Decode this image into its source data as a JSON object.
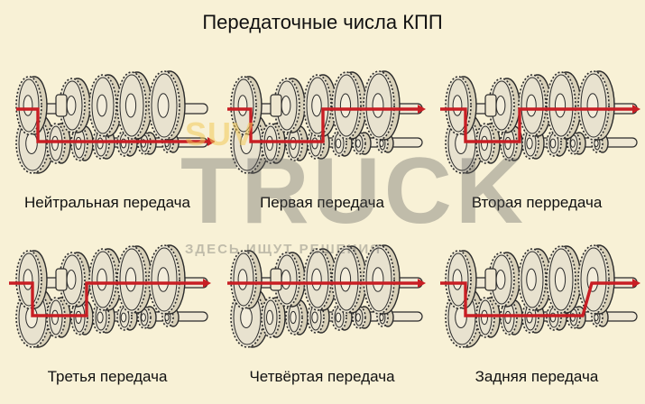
{
  "title": "Передаточные числа КПП",
  "watermark": {
    "brand_top": "SUV",
    "brand_main": "TRUCK",
    "tagline": "ЗДЕСЬ ИЩУТ РЕШЕНИЯ"
  },
  "colors": {
    "background": "#f8f1d6",
    "gear": "#e8e2cf",
    "outline": "#2a2a2a",
    "power_path": "#c81e24"
  },
  "panels": [
    {
      "id": "neutral",
      "caption": "Нейтральная передача"
    },
    {
      "id": "first",
      "caption": "Первая передача"
    },
    {
      "id": "second",
      "caption": "Вторая перредача"
    },
    {
      "id": "third",
      "caption": "Третья передача"
    },
    {
      "id": "fourth",
      "caption": "Четвёртая передача"
    },
    {
      "id": "reverse",
      "caption": "Задняя передача"
    }
  ]
}
